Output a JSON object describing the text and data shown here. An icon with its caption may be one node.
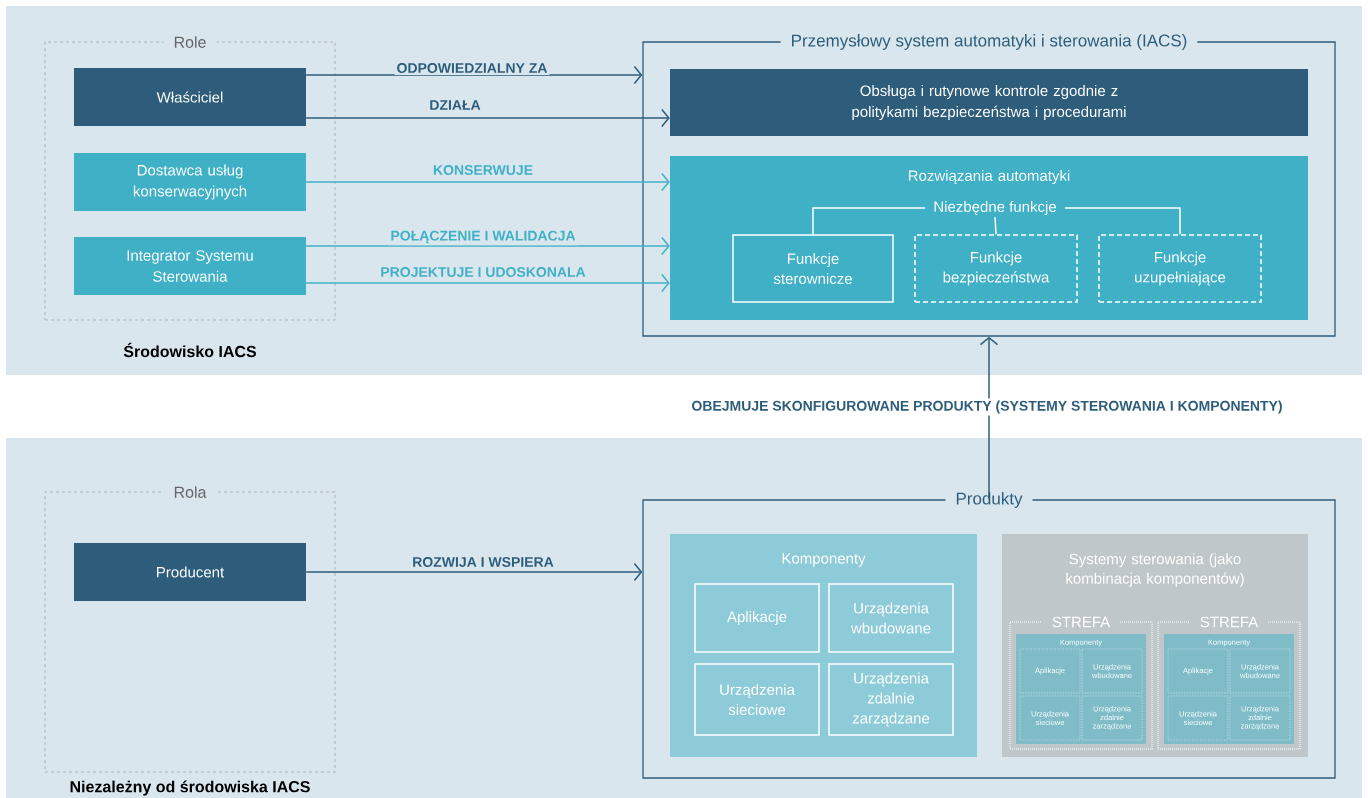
{
  "diagram": {
    "nodes": [
      {
        "text": [
          "Środowisko IACS"
        ]
      },
      {
        "text": [
          "Role"
        ],
        "in": 0
      },
      {
        "text": [
          "Właściciel"
        ],
        "in": 1
      },
      {
        "text": [
          "Dostawca usług konserwacyjnych"
        ],
        "in": 1
      },
      {
        "text": [
          "Integrator Systemu Sterowania"
        ],
        "in": 1
      },
      {
        "text": [
          "Przemysłowy system automatyki i sterowania (IACS)"
        ],
        "in": 0
      },
      {
        "text": [
          "Obsługa i rutynowe kontrole zgodnie z politykami bezpieczeństwa i procedurami"
        ],
        "in": 5
      },
      {
        "text": [
          "Rozwiązania automatyki"
        ],
        "in": 5
      },
      {
        "text": [
          "Niezbędne funkcje"
        ],
        "in": 7
      },
      {
        "text": [
          "Funkcje sterownicze"
        ],
        "in": 7
      },
      {
        "text": [
          "Funkcje bezpieczeństwa"
        ],
        "in": 7
      },
      {
        "text": [
          "Funkcje uzupełniające"
        ],
        "in": 7
      },
      {
        "text": [
          "Niezależny od środowiska IACS"
        ]
      },
      {
        "text": [
          "Rola"
        ],
        "in": 12
      },
      {
        "text": [
          "Producent"
        ],
        "in": 13
      },
      {
        "text": [
          "Produkty"
        ],
        "in": 12
      },
      {
        "text": [
          "Komponenty"
        ],
        "in": 15
      },
      {
        "text": [
          "Aplikacje"
        ],
        "in": 16
      },
      {
        "text": [
          "Urządzenia wbudowane"
        ],
        "in": 16
      },
      {
        "text": [
          "Urządzenia sieciowe"
        ],
        "in": 16
      },
      {
        "text": [
          "Urządzenia zdalnie zarządzane"
        ],
        "in": 16
      },
      {
        "text": [
          "Systemy sterowania (jako kombinacja komponentów)"
        ],
        "in": 15
      },
      {
        "text": [
          "STREFA"
        ],
        "in": 21
      },
      {
        "text": [
          "Komponenty"
        ],
        "in": 22
      },
      {
        "text": [
          "Aplikacje"
        ],
        "in": 23
      },
      {
        "text": [
          "Urządzenia wbudowane"
        ],
        "in": 23
      },
      {
        "text": [
          "Urządzenia sieciowe"
        ],
        "in": 23
      },
      {
        "text": [
          "Urządzenia zdalnie zarządzane"
        ],
        "in": 23
      },
      {
        "text": [
          "STREFA"
        ],
        "in": 21
      },
      {
        "text": [
          "Komponenty"
        ],
        "in": 28
      },
      {
        "text": [
          "Aplikacje"
        ],
        "in": 29
      },
      {
        "text": [
          "Urządzenia wbudowane"
        ],
        "in": 29
      },
      {
        "text": [
          "Urządzenia sieciowe"
        ],
        "in": 29
      },
      {
        "text": [
          "Urządzenia zdalnie zarządzane"
        ],
        "in": 29
      }
    ],
    "edges": [
      {
        "from": 2,
        "to": 5,
        "arrow": "to",
        "label": "ODPOWIEDZIALNY ZA"
      },
      {
        "from": 2,
        "to": 6,
        "arrow": "to",
        "label": "DZIAŁA"
      },
      {
        "from": 3,
        "to": 7,
        "arrow": "to",
        "label": "KONSERWUJE",
        "color": "#3fb0c6"
      },
      {
        "from": 4,
        "to": 7,
        "arrow": "to",
        "label": "POŁĄCZENIE I WALIDACJA",
        "color": "#3fb0c6"
      },
      {
        "from": 4,
        "to": 7,
        "arrow": "to",
        "label": "PROJEKTUJE I UDOSKONALA",
        "color": "#3fb0c6"
      },
      {
        "from": 15,
        "to": 5,
        "arrow": "to",
        "label": "OBEJMUJE SKONFIGUROWANE PRODUKTY (SYSTEMY STEROWANIA I KOMPONENTY)"
      },
      {
        "from": 14,
        "to": 15,
        "arrow": "to",
        "label": "ROZWIJA I WSPIERA"
      },
      {
        "from": 8,
        "to": 9,
        "arrow": "none",
        "color": "#ffffff"
      },
      {
        "from": 8,
        "to": 10,
        "arrow": "none",
        "color": "#ffffff"
      },
      {
        "from": 8,
        "to": 11,
        "arrow": "none",
        "color": "#ffffff"
      }
    ]
  }
}
